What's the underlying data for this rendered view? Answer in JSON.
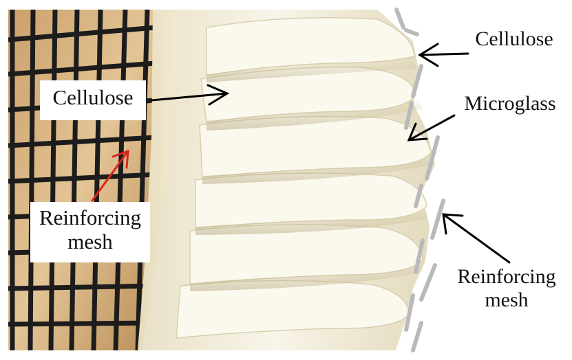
{
  "photo": {
    "subject": "pleated-filter-media-photo",
    "colors": {
      "background": "#ffffff",
      "media_cream": "#efe8d4",
      "media_light": "#f7f3e6",
      "media_shadow": "#d3c9a8",
      "mesh_black": "#1c1c1c",
      "mesh_gray": "#b9b9bb",
      "arrow_black": "#000000",
      "arrow_red": "#e0231f",
      "warm_bg": "#d8b27a"
    }
  },
  "labels": {
    "cellulose_left": "Cellulose",
    "cellulose_right": "Cellulose",
    "microglass": "Microglass",
    "reinforcing_left_line1": "Reinforcing",
    "reinforcing_left_line2": "mesh",
    "reinforcing_right_line1": "Reinforcing",
    "reinforcing_right_line2": "mesh"
  }
}
